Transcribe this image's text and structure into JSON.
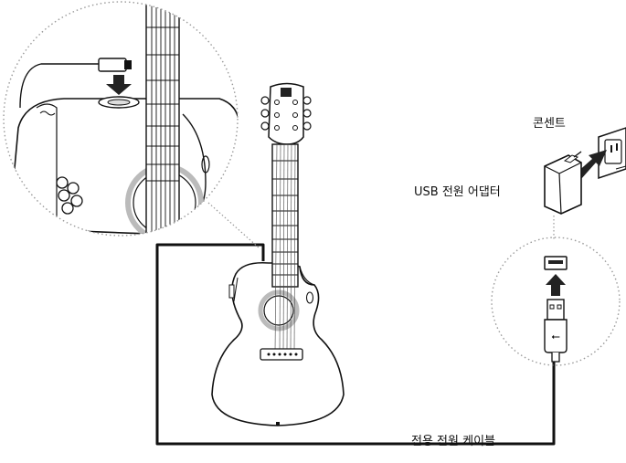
{
  "labels": {
    "outlet": "콘센트",
    "usb_adapter": "USB 전원 어댑터",
    "cable": "전용 전원 케이블"
  },
  "colors": {
    "line": "#111111",
    "arrow": "#222222",
    "dotted_circle": "#9a9a9a",
    "soundhole_ring": "#bbbbbb"
  }
}
